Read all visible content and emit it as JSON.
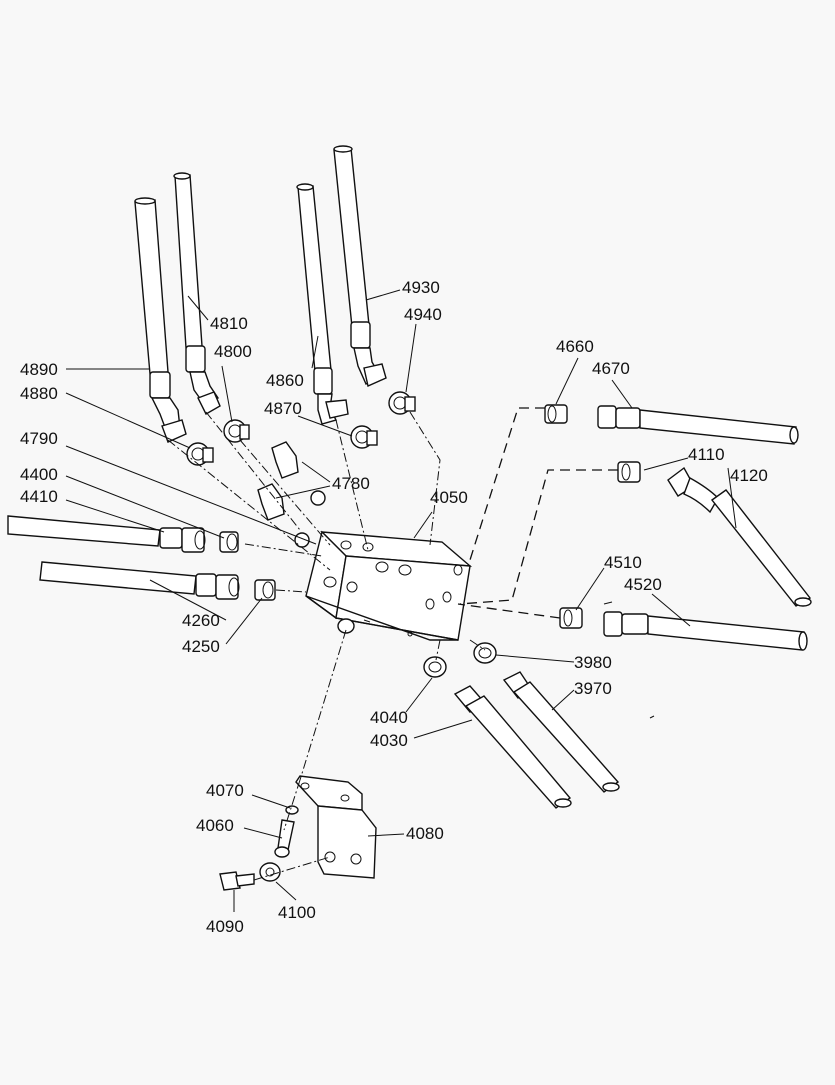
{
  "callouts": [
    {
      "id": "4890"
    },
    {
      "id": "4880"
    },
    {
      "id": "4810"
    },
    {
      "id": "4800"
    },
    {
      "id": "4790"
    },
    {
      "id": "4400"
    },
    {
      "id": "4410"
    },
    {
      "id": "4260"
    },
    {
      "id": "4250"
    },
    {
      "id": "4860"
    },
    {
      "id": "4870"
    },
    {
      "id": "4930"
    },
    {
      "id": "4940"
    },
    {
      "id": "4780"
    },
    {
      "id": "4050"
    },
    {
      "id": "4660"
    },
    {
      "id": "4670"
    },
    {
      "id": "4110"
    },
    {
      "id": "4120"
    },
    {
      "id": "4510"
    },
    {
      "id": "4520"
    },
    {
      "id": "3980"
    },
    {
      "id": "3970"
    },
    {
      "id": "4040"
    },
    {
      "id": "4030"
    },
    {
      "id": "4070"
    },
    {
      "id": "4060"
    },
    {
      "id": "4080"
    },
    {
      "id": "4090"
    },
    {
      "id": "4100"
    }
  ]
}
